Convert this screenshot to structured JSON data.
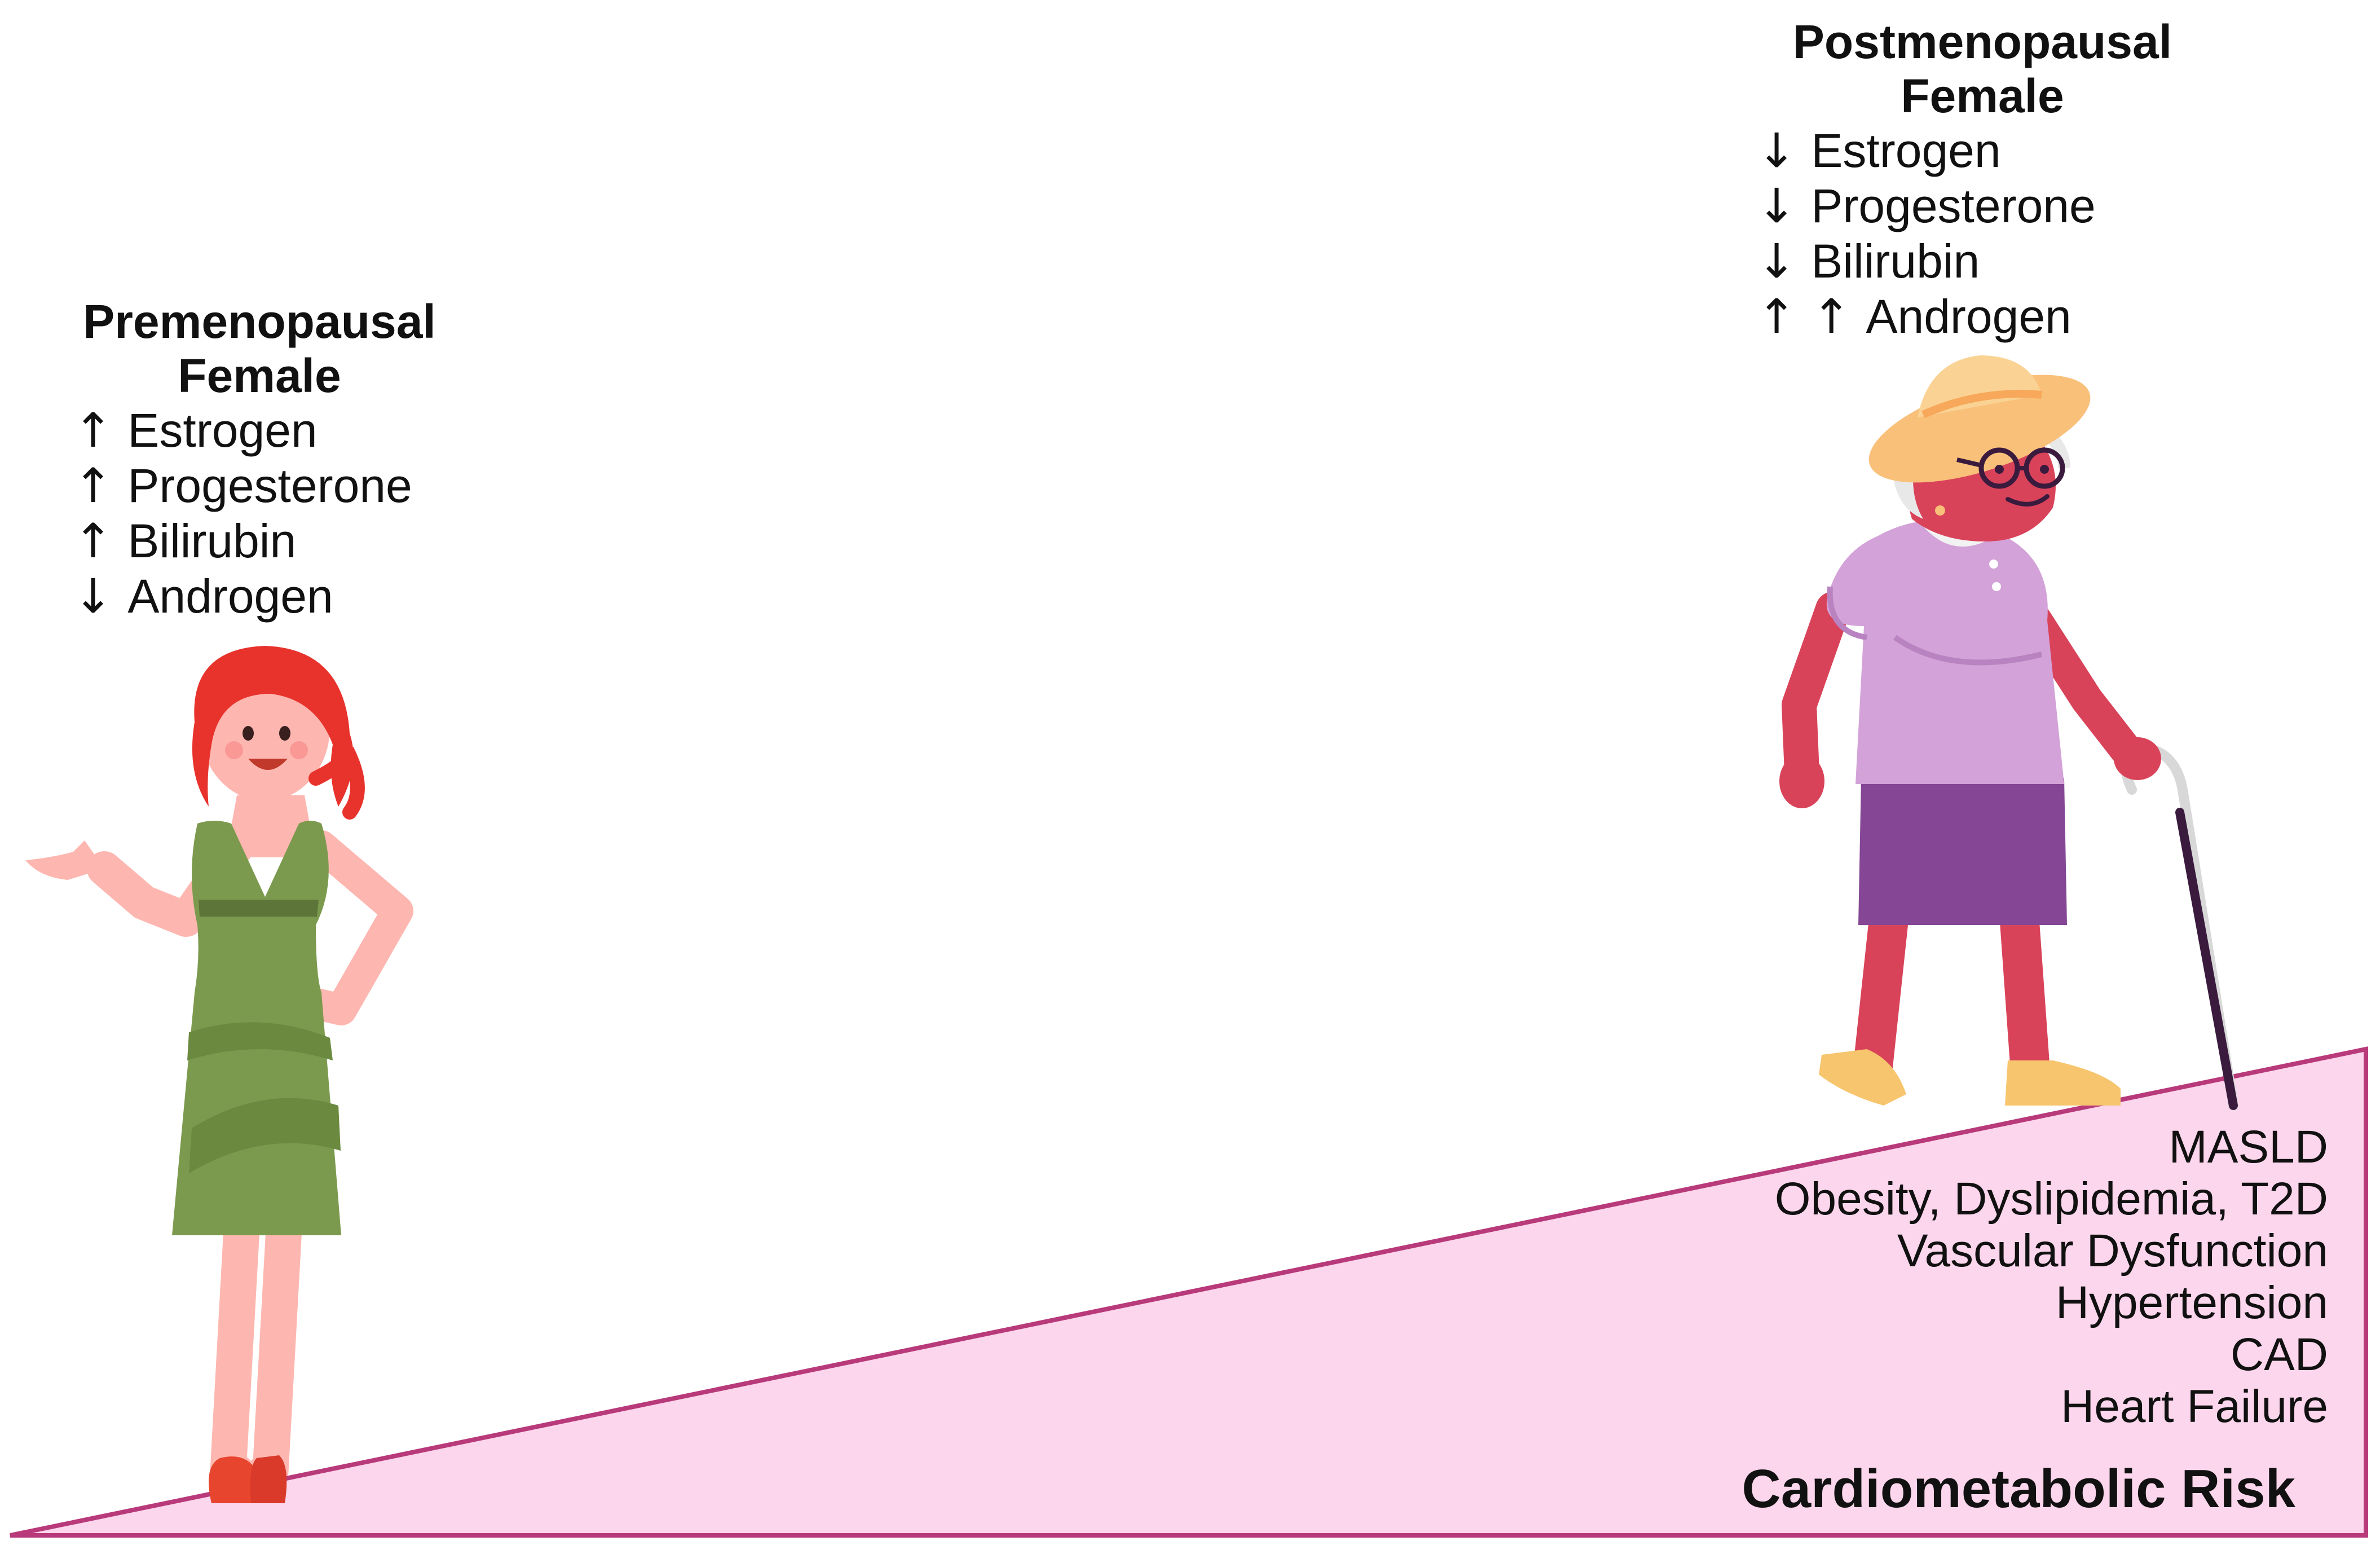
{
  "colors": {
    "risk_fill": "#fcd6ec",
    "risk_stroke": "#b83a7a",
    "dress": "#7c9a4e",
    "young_hair": "#e8332c",
    "young_skin": "#fdb7b0",
    "old_skin": "#d9435a",
    "blouse": "#d3a2d8",
    "skirt": "#844695",
    "hat": "#f9c07a"
  },
  "premenopausal": {
    "title_line1": "Premenopausal",
    "title_line2": "Female",
    "hormones": [
      {
        "arrow": "↑",
        "name": "Estrogen"
      },
      {
        "arrow": "↑",
        "name": "Progesterone"
      },
      {
        "arrow": "↑",
        "name": "Bilirubin"
      },
      {
        "arrow": "↓",
        "name": "Androgen"
      }
    ]
  },
  "postmenopausal": {
    "title_line1": "Postmenopausal",
    "title_line2": "Female",
    "hormones": [
      {
        "arrow": "↓",
        "name": "Estrogen"
      },
      {
        "arrow": "↓",
        "name": "Progesterone"
      },
      {
        "arrow": "↓",
        "name": "Bilirubin"
      },
      {
        "arrow": "↑ ↑",
        "name": "Androgen"
      }
    ]
  },
  "risk": {
    "conditions": [
      "MASLD",
      "Obesity, Dyslipidemia, T2D",
      "Vascular Dysfunction",
      "Hypertension",
      "CAD",
      "Heart Failure"
    ],
    "title": "Cardiometabolic Risk"
  }
}
